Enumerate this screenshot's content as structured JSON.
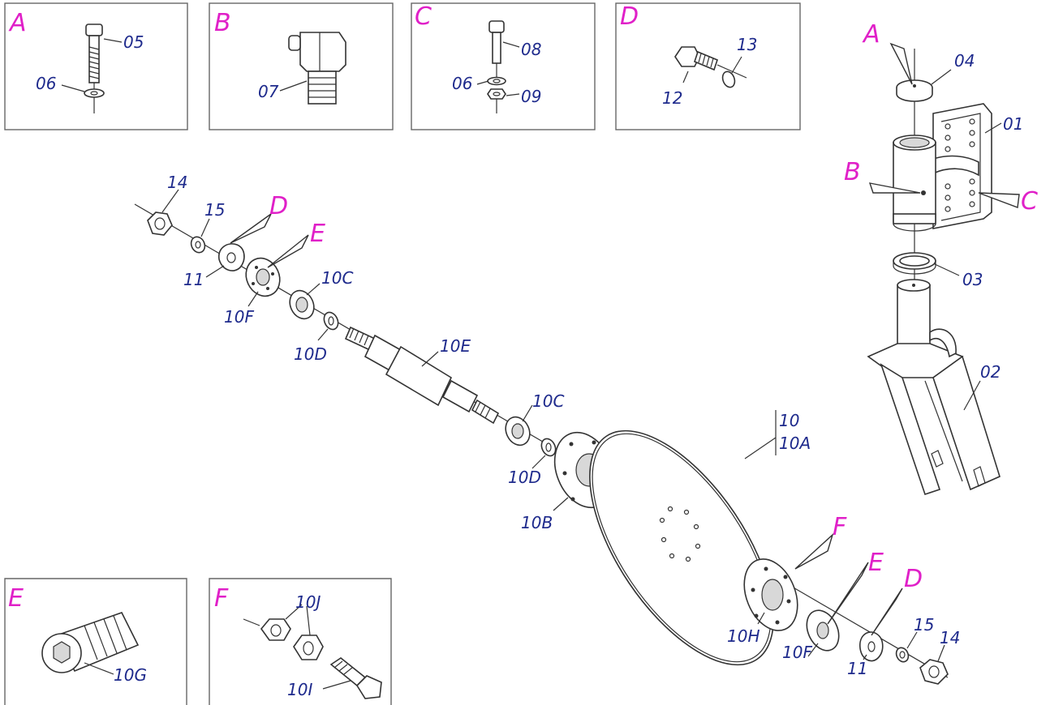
{
  "colors": {
    "part_label": "#1e2a8c",
    "detail_letter": "#e020c8",
    "line": "#333333"
  },
  "detail_boxes": {
    "A": {
      "letter": "A",
      "labels": [
        "05",
        "06"
      ]
    },
    "B": {
      "letter": "B",
      "labels": [
        "07"
      ]
    },
    "C": {
      "letter": "C",
      "labels": [
        "08",
        "06",
        "09"
      ]
    },
    "D": {
      "letter": "D",
      "labels": [
        "12",
        "13"
      ]
    },
    "E": {
      "letter": "E",
      "labels": [
        "10G"
      ]
    },
    "F": {
      "letter": "F",
      "labels": [
        "10J",
        "10I"
      ]
    }
  },
  "assembly_callouts": {
    "arm_A": "A",
    "arm_B": "B",
    "arm_C": "C",
    "shaft_D": "D",
    "shaft_E": "E",
    "disc_F": "F",
    "disc_E": "E",
    "disc_D": "D"
  },
  "part_labels": {
    "p04": "04",
    "p01": "01",
    "p03": "03",
    "p02": "02",
    "p14a": "14",
    "p15a": "15",
    "p11a": "11",
    "p10Fa": "10F",
    "p10Ca": "10C",
    "p10Da": "10D",
    "p10E": "10E",
    "p10Cb": "10C",
    "p10Db": "10D",
    "p10B": "10B",
    "p10": "10",
    "p10A": "10A",
    "p10H": "10H",
    "p10Fb": "10F",
    "p11b": "11",
    "p15b": "15",
    "p14b": "14"
  }
}
